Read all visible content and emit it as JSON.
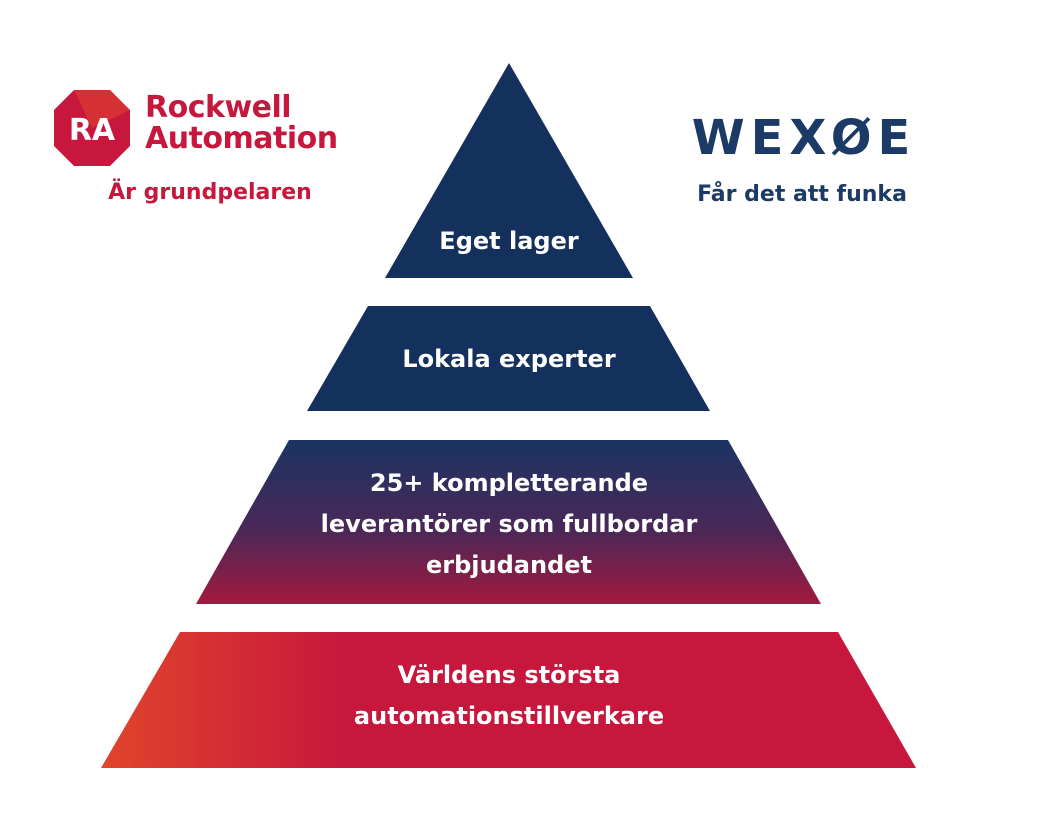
{
  "colors": {
    "navy": "#14305c",
    "crimson": "#c8173c",
    "wexoe_blue": "#1b3a66",
    "rockwell_red": "#c8173c",
    "logo_orange": "#e0452c"
  },
  "left_brand": {
    "logo_initials": "RA",
    "name_line1": "Rockwell",
    "name_line2": "Automation",
    "tagline": "Är grundpelaren"
  },
  "right_brand": {
    "wordmark": "WEXØE",
    "tagline": "Får det att funka"
  },
  "pyramid": [
    {
      "lines": [
        "Eget lager"
      ]
    },
    {
      "lines": [
        "Lokala experter"
      ]
    },
    {
      "lines": [
        "25+ kompletterande",
        "leverantörer som fullbordar",
        "erbjudandet"
      ]
    },
    {
      "lines": [
        "Världens största",
        "automationstillverkare"
      ]
    }
  ]
}
